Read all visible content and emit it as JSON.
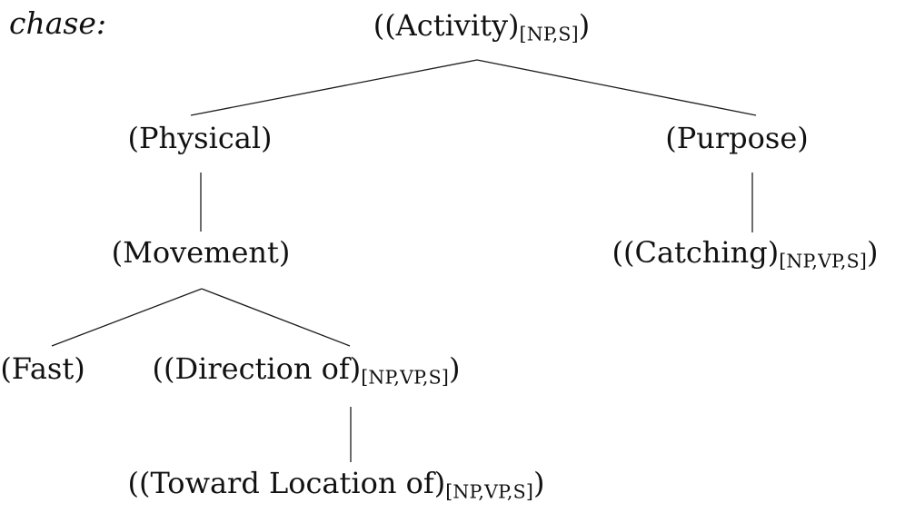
{
  "word_label": "chase:",
  "colors": {
    "background": "#ffffff",
    "text": "#111111",
    "line": "#1c1c1c"
  },
  "nodes": {
    "activity": {
      "main": "((Activity)",
      "sub": "[NP,S]",
      "post": ")"
    },
    "physical": {
      "main": "(Physical)"
    },
    "purpose": {
      "main": "(Purpose)"
    },
    "movement": {
      "main": "(Movement)"
    },
    "catching": {
      "main": "((Catching)",
      "sub": "[NP,VP,S]",
      "post": ")"
    },
    "fast": {
      "main": "(Fast)"
    },
    "direction": {
      "main": "((Direction of)",
      "sub": "[NP,VP,S]",
      "post": ")"
    },
    "toward": {
      "main": "((Toward Location of)",
      "sub": "[NP,VP,S]",
      "post": ")"
    }
  },
  "edges": [
    {
      "from": "activity",
      "to": "physical"
    },
    {
      "from": "activity",
      "to": "purpose"
    },
    {
      "from": "physical",
      "to": "movement"
    },
    {
      "from": "purpose",
      "to": "catching"
    },
    {
      "from": "movement",
      "to": "fast"
    },
    {
      "from": "movement",
      "to": "direction"
    },
    {
      "from": "direction",
      "to": "toward"
    }
  ]
}
